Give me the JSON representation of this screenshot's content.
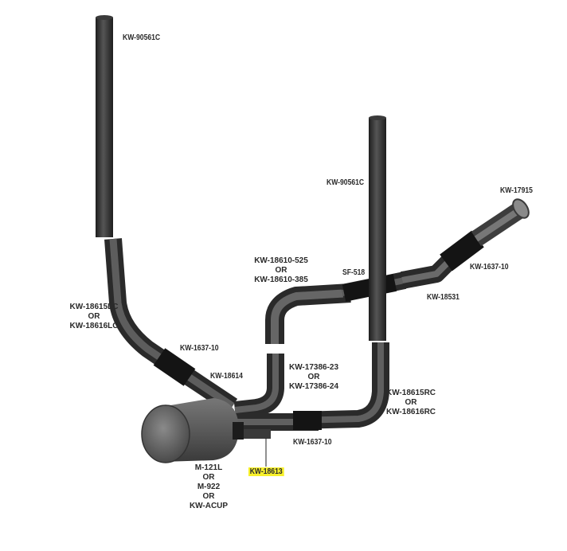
{
  "colors": {
    "pipe_dark": "#2b2b2b",
    "pipe_mid": "#4a4a4a",
    "pipe_light": "#6e6e6e",
    "clamp": "#1b1b1b",
    "highlight": "#f7f02a",
    "label": "#2a2a2a"
  },
  "labels": {
    "left_stack_pipe": "KW-90561C",
    "right_stack_pipe": "KW-90561C",
    "left_elbow": [
      "KW-18615LC",
      "OR",
      "KW-18616LC"
    ],
    "left_clamp": "KW-1637-10",
    "left_connector": "KW-18614",
    "top_elbow": [
      "KW-18610-525",
      "OR",
      "KW-18610-385"
    ],
    "sf_part": "SF-518",
    "tail_tip": "KW-17915",
    "right_clamp": "KW-1637-10",
    "right_straight": "KW-18531",
    "center_elbow": [
      "KW-17386-23",
      "OR",
      "KW-17386-24"
    ],
    "right_elbow": [
      "KW-18615RC",
      "OR",
      "KW-18616RC"
    ],
    "bottom_clamp": "KW-1637-10",
    "y_pipe_highlight": "KW-18613",
    "muffler": [
      "M-121L",
      "OR",
      "M-922",
      "OR",
      "KW-ACUP"
    ]
  }
}
